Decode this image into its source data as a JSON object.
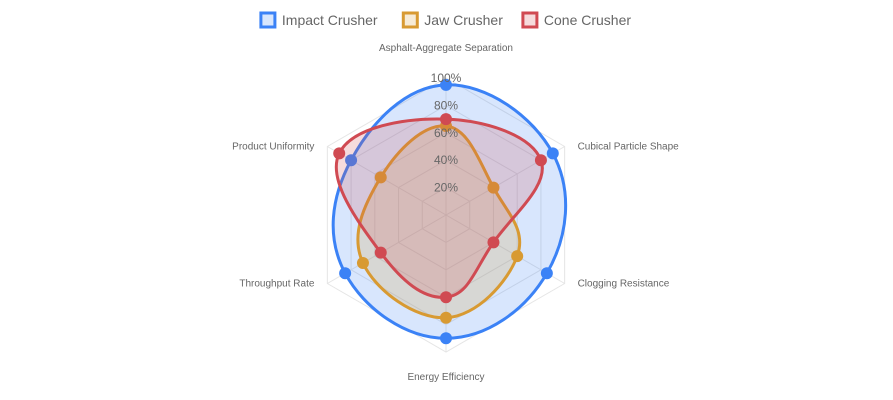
{
  "chart_data": {
    "type": "radar",
    "title": "",
    "categories": [
      "Asphalt-Aggregate Separation",
      "Cubical Particle Shape",
      "Clogging Resistance",
      "Energy Efficiency",
      "Throughput Rate",
      "Product Uniformity"
    ],
    "r_range": [
      0,
      100
    ],
    "ticks": [
      20,
      40,
      60,
      80,
      100
    ],
    "tick_labels": [
      "20%",
      "40%",
      "60%",
      "80%",
      "100%"
    ],
    "legend_position": "top",
    "series": [
      {
        "name": "Impact Crusher",
        "color": "#3b82f6",
        "fill": "rgba(59,130,246,0.2)",
        "values": [
          95,
          90,
          85,
          90,
          85,
          80
        ]
      },
      {
        "name": "Jaw Crusher",
        "color": "#d89a32",
        "fill": "rgba(216,154,50,0.2)",
        "values": [
          65,
          40,
          60,
          75,
          70,
          55
        ]
      },
      {
        "name": "Cone Crusher",
        "color": "#d04a52",
        "fill": "rgba(208,74,82,0.2)",
        "values": [
          70,
          80,
          40,
          60,
          55,
          90
        ]
      }
    ]
  }
}
